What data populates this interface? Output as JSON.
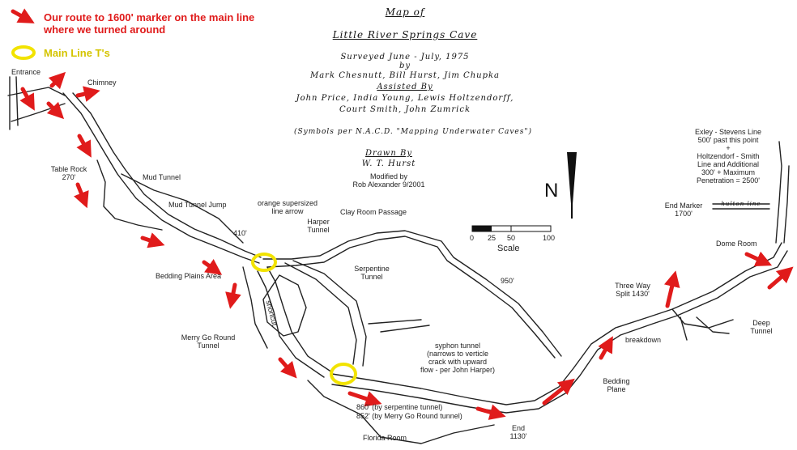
{
  "legend": {
    "route_line1": "Our route to 1600' marker on the main line",
    "route_line2": "where we turned around",
    "tees": "Main Line T's",
    "route_color": "#e01b1b",
    "tee_color": "#f2e300"
  },
  "title": {
    "line1": "Map of",
    "line2": "Little River Springs Cave",
    "surveyed": "Surveyed June - July, 1975",
    "by": "by",
    "surveyors": "Mark Chesnutt, Bill Hurst, Jim Chupka",
    "assisted_by": "Assisted By",
    "assistants1": "John Price, India Young, Lewis Holtzendorff,",
    "assistants2": "Court Smith, John Zumrick",
    "symbols": "(Symbols per N.A.C.D. \"Mapping Underwater Caves\")",
    "drawn_by": "Drawn By",
    "drawer": "W. T. Hurst",
    "modified1": "Modified by",
    "modified2": "Rob Alexander 9/2001"
  },
  "north": "N",
  "scale": {
    "label": "Scale",
    "ticks": [
      "0",
      "25",
      "50",
      "100"
    ]
  },
  "labels": {
    "entrance": "Entrance",
    "chimney": "Chimney",
    "table_rock1": "Table Rock",
    "table_rock2": "270'",
    "mud_tunnel": "Mud Tunnel",
    "mud_tunnel_jump": "Mud Tunnel Jump",
    "orange1": "orange supersized",
    "orange2": "line arrow",
    "d410": "410'",
    "harper1": "Harper",
    "harper2": "Tunnel",
    "clay_room": "Clay Room Passage",
    "bedding_plains": "Bedding Plains Area",
    "shortcut": "shortcut",
    "serpentine1": "Serpentine",
    "serpentine2": "Tunnel",
    "d950": "950'",
    "merry1": "Merry Go Round",
    "merry2": "Tunnel",
    "syphon1": "syphon tunnel",
    "syphon2": "(narrows to verticle",
    "syphon3": "crack with upward",
    "syphon4": "flow - per John Harper)",
    "d860": "860' (by serpentine tunnel)",
    "d852": "852' (by Merry Go Round tunnel)",
    "florida": "Florida Room",
    "end1": "End",
    "end2": "1130'",
    "bedding1": "Bedding",
    "bedding2": "Plane",
    "breakdown": "breakdown",
    "three_way1": "Three Way",
    "three_way2": "Split 1430'",
    "deep1": "Deep",
    "deep2": "Tunnel",
    "dome": "Dome Room",
    "end_marker1": "End Marker",
    "end_marker2": "1700'",
    "hulton": "hulton line",
    "exley1": "Exley - Stevens Line",
    "exley2": "500' past this point",
    "exley3": "+",
    "exley4": "Holtzendorf - Smith",
    "exley5": "Line and Additional",
    "exley6": "300' + Maximum",
    "exley7": "Penetration = 2500'"
  }
}
